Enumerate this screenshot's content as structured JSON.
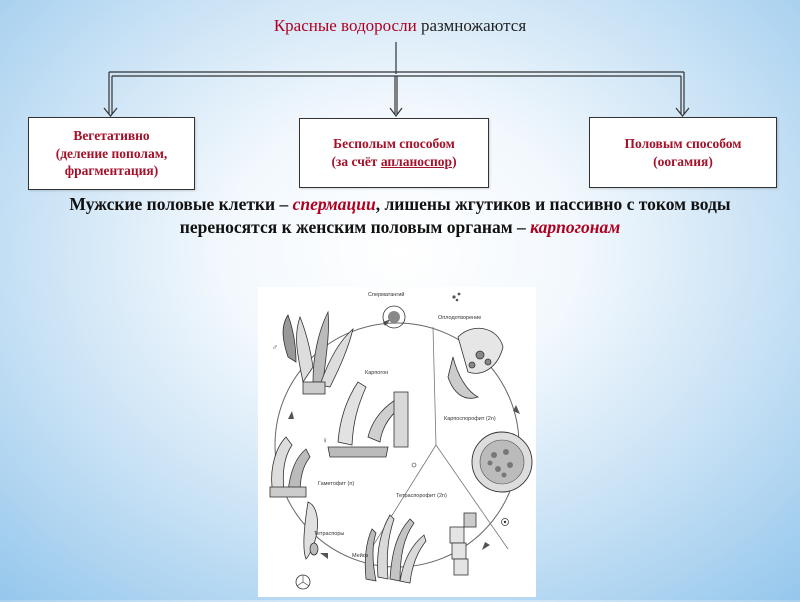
{
  "title": {
    "highlight": "Красные водоросли",
    "rest": "размножаются"
  },
  "boxes": [
    {
      "line1": "Вегетативно",
      "line2": "(деление пополам,",
      "line3": "фрагментация)"
    },
    {
      "line1": "Бесполым способом",
      "line2_pre": "(за счёт",
      "line2_u": "апланоспор",
      "line2_post": ")"
    },
    {
      "line1": "Половым способом",
      "line2": "(оогамия)"
    }
  ],
  "lead": {
    "p1": "Мужские половые клетки –",
    "t1": "спермации",
    "p2": ", лишены жгутиков и пассивно с током воды переносятся к женским половым органам –",
    "t2": "карпогонам"
  },
  "figure_labels": {
    "spermatangium": "Сперматангий",
    "fertilization": "Оплодотворение",
    "carpogon": "Карпогон",
    "carposporophyte": "Карпоспорофит (2n)",
    "gametophyte": "Гаметофит (n)",
    "tetrasporophyte": "Тетраспорофит (2n)",
    "tetraspores": "Тетраспоры",
    "meiosis": "Мейоз",
    "male_symbol": "♂",
    "female_symbol": "♀"
  },
  "colors": {
    "accent_red": "#b00020",
    "box_text": "#a4122a",
    "line": "#333333"
  }
}
